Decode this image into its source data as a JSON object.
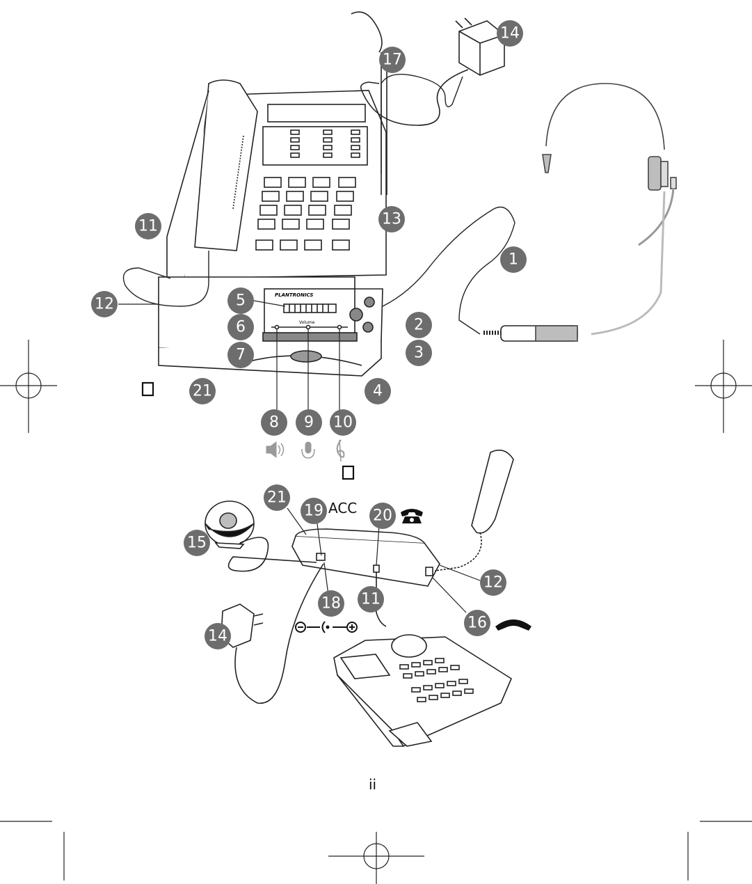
{
  "page": {
    "number": "ii"
  },
  "labels": {
    "acc": "ACC",
    "brand": "PLANTRONICS",
    "volume": "Volume",
    "tone": "Tone"
  },
  "callouts": [
    "1",
    "2",
    "3",
    "4",
    "5",
    "6",
    "7",
    "8",
    "9",
    "10",
    "11",
    "12",
    "13",
    "14",
    "15",
    "16",
    "17",
    "18",
    "19",
    "20",
    "21"
  ],
  "icons": {
    "speaker": "speaker-volume-icon",
    "mic": "microphone-icon",
    "tone": "tone-clef-icon",
    "phone": "telephone-icon",
    "handset": "handset-icon",
    "balance": "minus-dot-plus-icon"
  },
  "colors": {
    "callout": "#6d6d6d",
    "line": "#222222",
    "grey_device": "#bdbdbd"
  }
}
